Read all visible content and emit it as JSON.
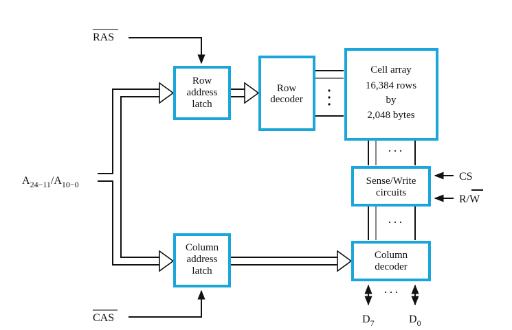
{
  "diagram": {
    "blocks": {
      "row_address_latch": [
        "Row",
        "address",
        "latch"
      ],
      "row_decoder": [
        "Row",
        "decoder"
      ],
      "cell_array": [
        "Cell array",
        "16,384 rows",
        "by",
        "2,048 bytes"
      ],
      "sense_write": [
        "Sense/Write",
        "circuits"
      ],
      "column_decoder": [
        "Column",
        "decoder"
      ],
      "column_address_latch": [
        "Column",
        "address",
        "latch"
      ]
    },
    "signals": {
      "ras": "RAS",
      "cas": "CAS",
      "address_main": "A",
      "address_sub1": "24−11",
      "address_sep": "/A",
      "address_sub2": "10−0",
      "cs": "CS",
      "rw_r": "R/",
      "rw_w": "W",
      "d7_main": "D",
      "d7_sub": "7",
      "d0_main": "D",
      "d0_sub": "0"
    },
    "ellipsis_vertical": "⋮",
    "ellipsis_horizontal": "···",
    "colors": {
      "block_border": "#1aa6db",
      "line": "#111111"
    }
  }
}
